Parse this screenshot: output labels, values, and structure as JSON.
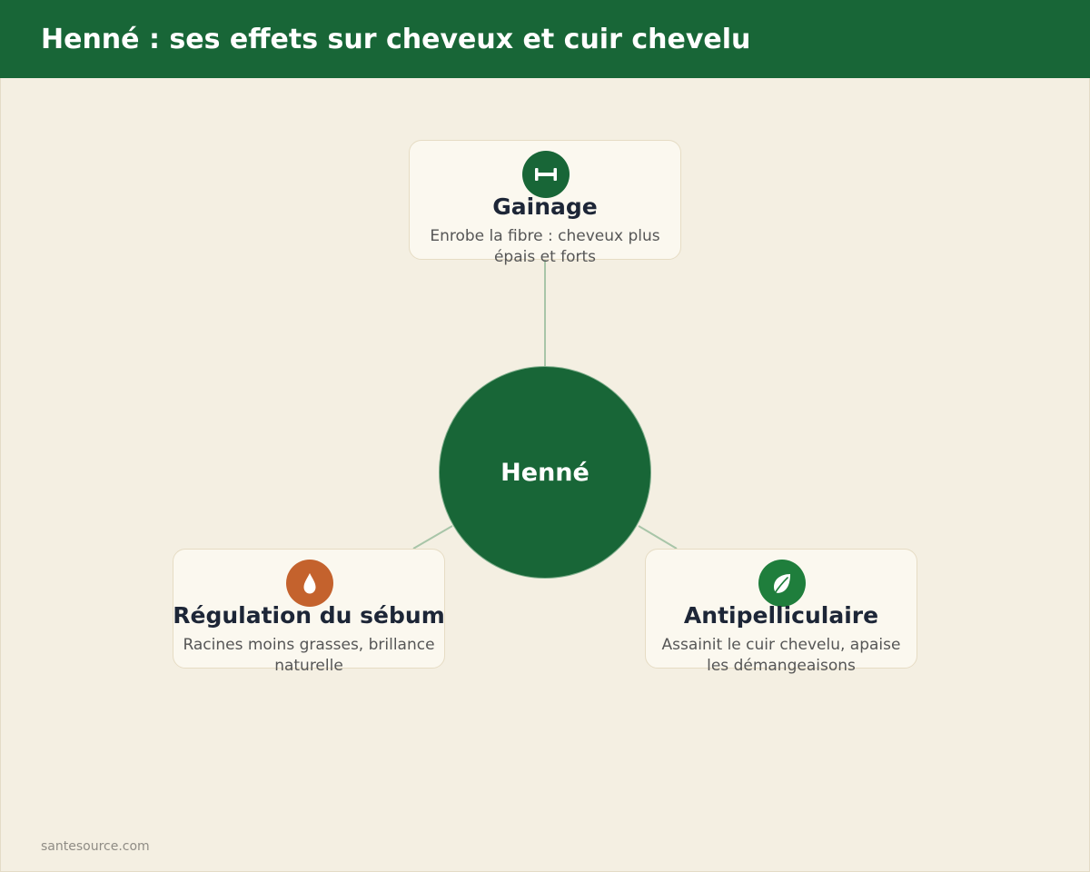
{
  "header": {
    "title": "Henné : ses effets sur cheveux et cuir chevelu"
  },
  "hub": {
    "label": "Henné"
  },
  "cards": [
    {
      "title": "Gainage",
      "description": "Enrobe la fibre : cheveux plus épais et forts",
      "icon": "sheath-bar-icon",
      "icon_color": "#186637"
    },
    {
      "title": "Régulation du sébum",
      "description": "Racines moins grasses, brillance naturelle",
      "icon": "oil-drop-icon",
      "icon_color": "#c4622d"
    },
    {
      "title": "Antipelliculaire",
      "description": "Assainit le cuir chevelu, apaise les démangeaisons",
      "icon": "leaf-icon",
      "icon_color": "#1f7e3c"
    }
  ],
  "footer": {
    "source": "santesource.com"
  },
  "colors": {
    "header_bg": "#186637",
    "background": "#f4efe2",
    "connector": "#a8c5a8"
  }
}
